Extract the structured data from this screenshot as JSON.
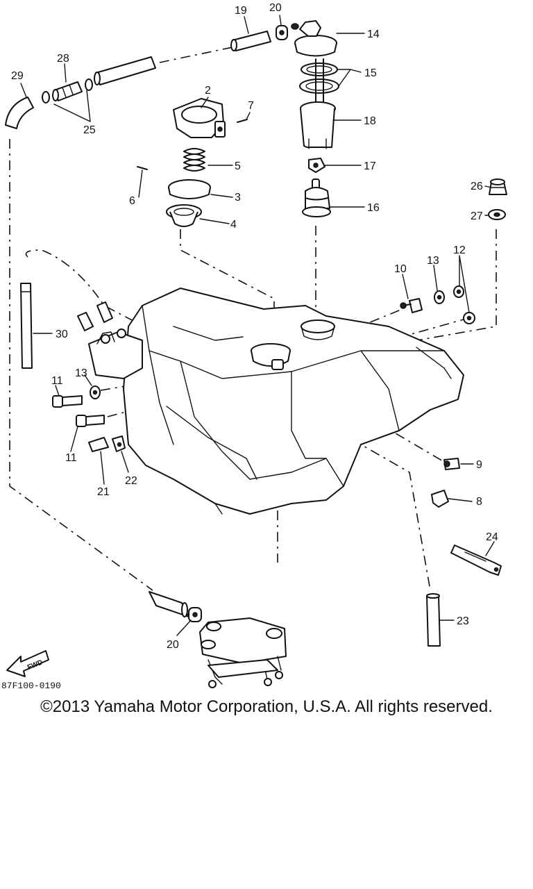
{
  "diagram": {
    "code": "87F100-0190",
    "copyright": "©2013 Yamaha Motor Corporation, U.S.A. All rights reserved.",
    "fwd_label": "FWD",
    "callouts": {
      "c2": "2",
      "c3": "3",
      "c4": "4",
      "c5": "5",
      "c6": "6",
      "c7": "7",
      "c8": "8",
      "c9": "9",
      "c10": "10",
      "c11a": "11",
      "c11b": "11",
      "c12": "12",
      "c13a": "13",
      "c13b": "13",
      "c14": "14",
      "c15": "15",
      "c16": "16",
      "c17": "17",
      "c18": "18",
      "c19": "19",
      "c20a": "20",
      "c20b": "20",
      "c21": "21",
      "c22": "22",
      "c23": "23",
      "c24": "24",
      "c25": "25",
      "c26": "26",
      "c27": "27",
      "c28": "28",
      "c29": "29",
      "c30": "30"
    }
  }
}
